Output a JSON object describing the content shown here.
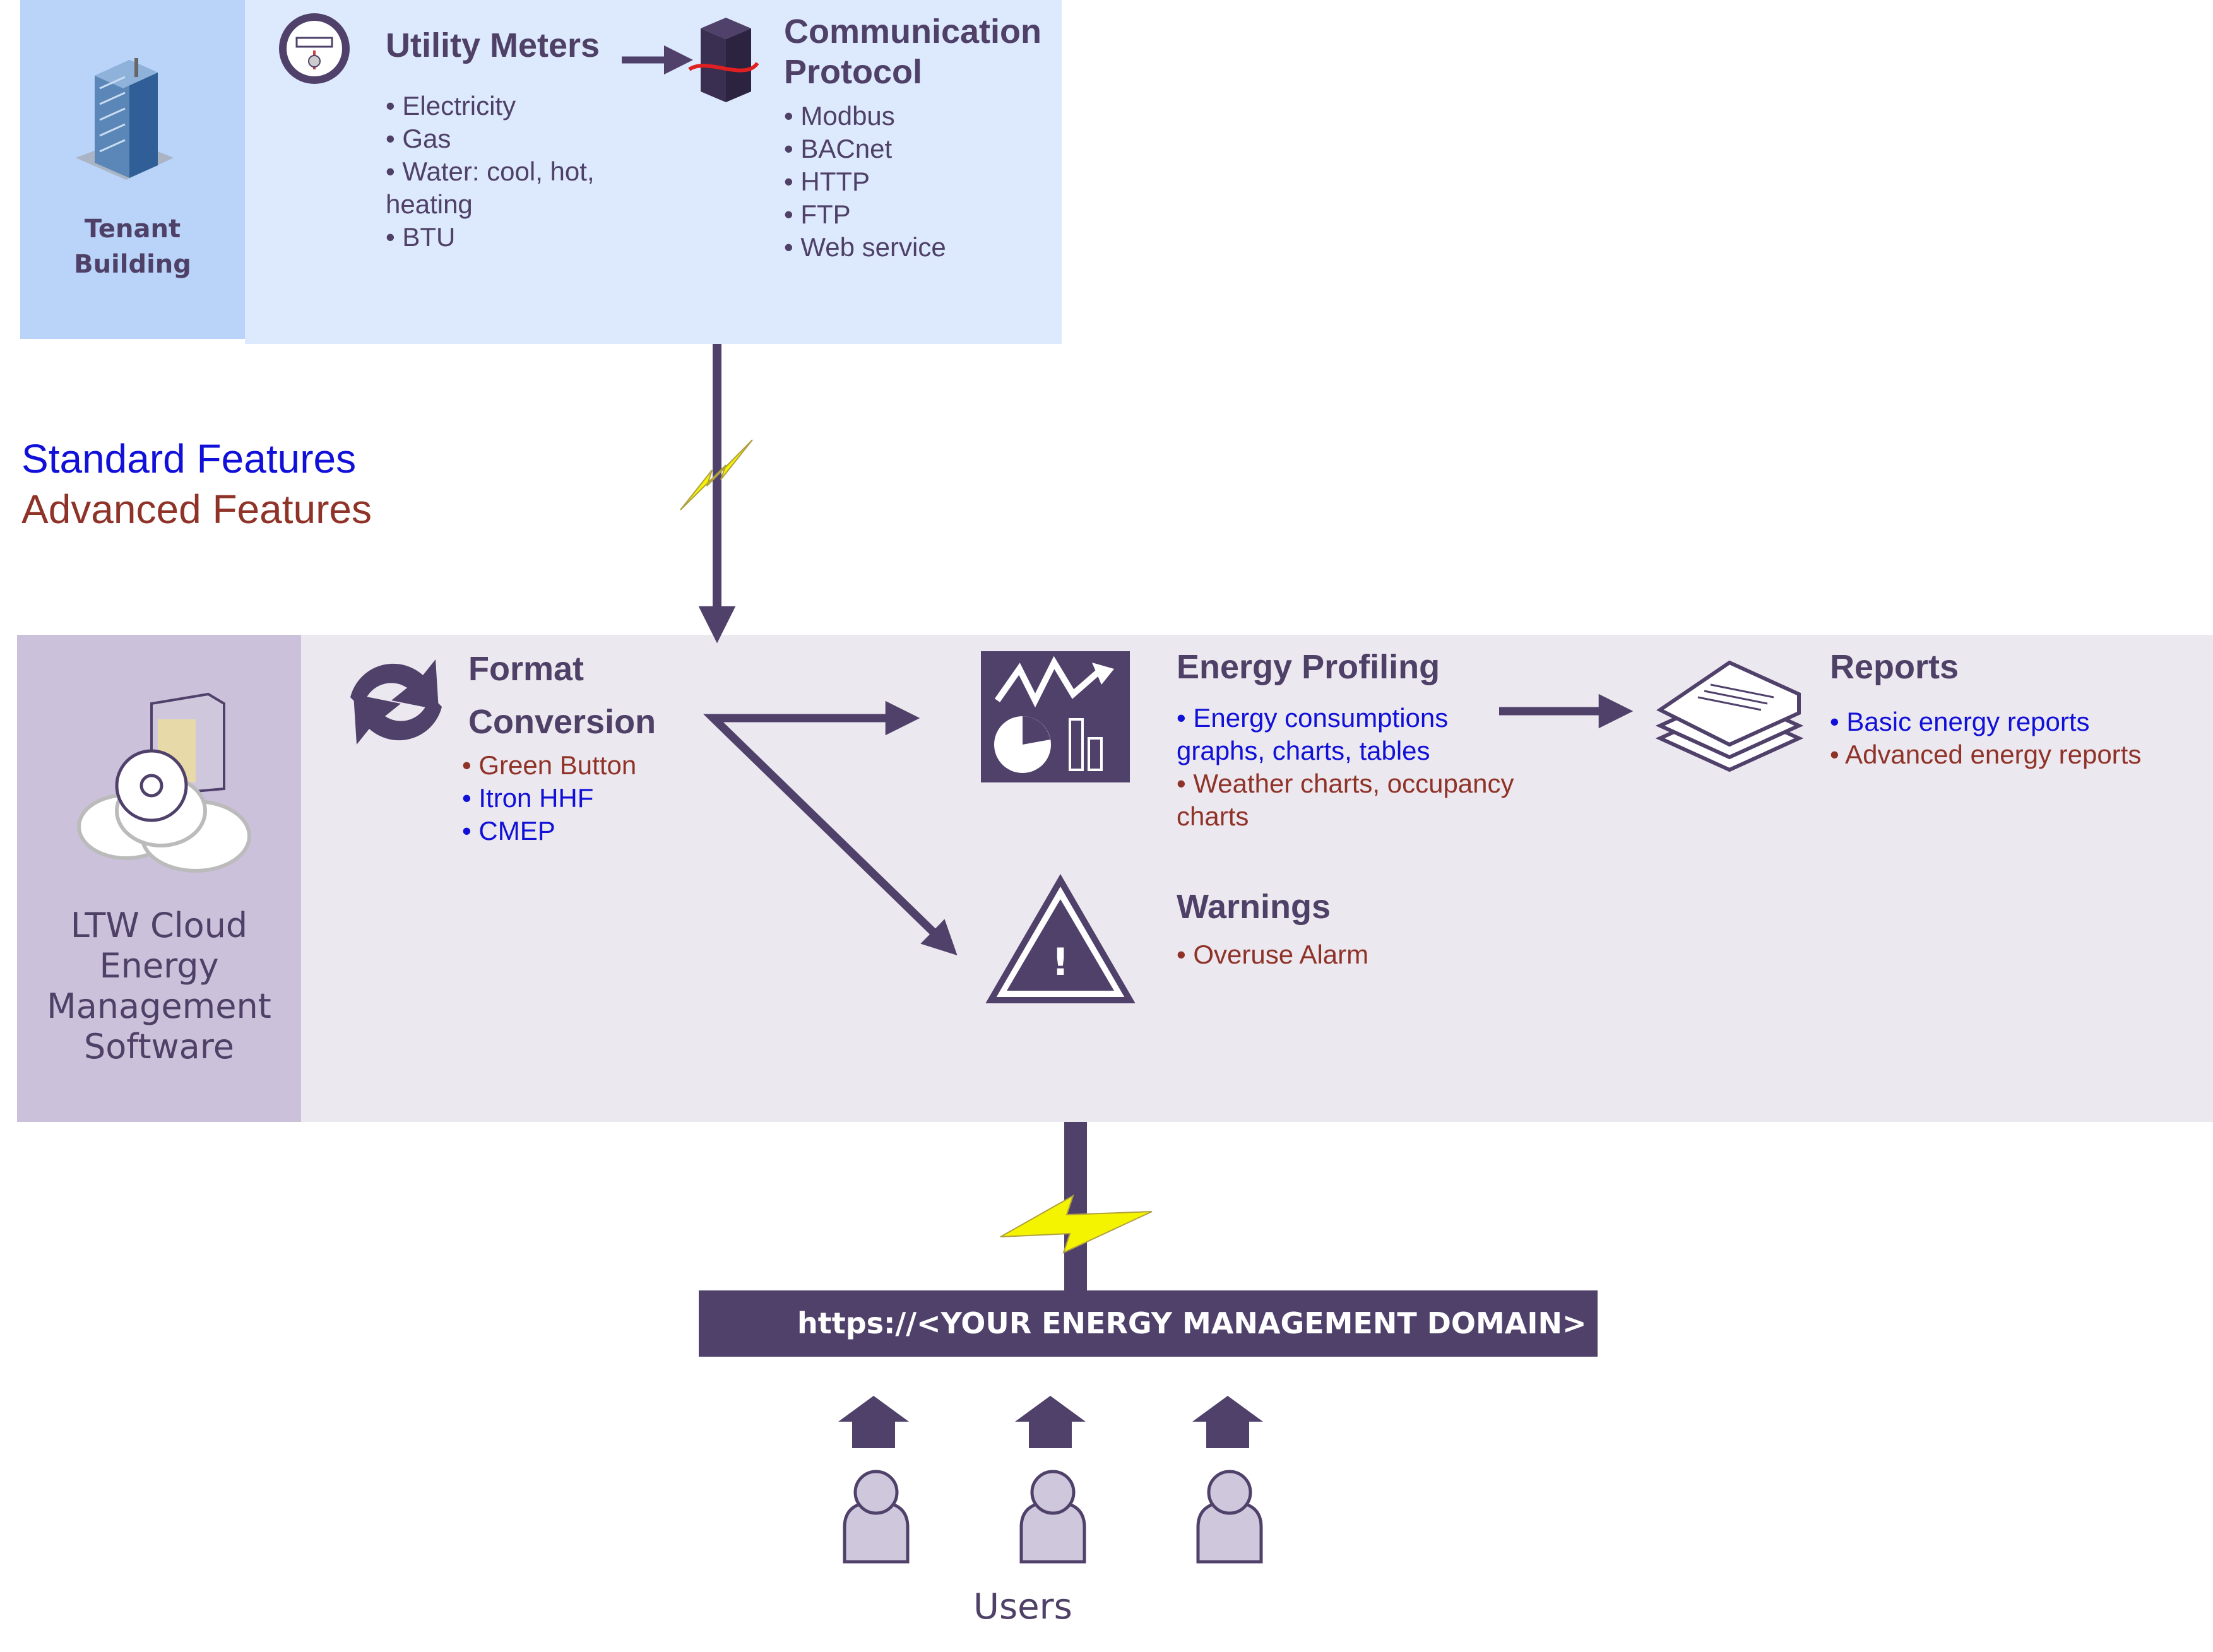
{
  "colors": {
    "primary": "#50416b",
    "tenant_panel": "#b9d3f9",
    "meters_panel": "#dde9fd",
    "ltw_panel": "#cbc1da",
    "features_panel": "#ece8ef",
    "standard": "#1010d8",
    "advanced": "#8f3228",
    "lightning": "#f4f400"
  },
  "tenant_building": {
    "label_line1": "Tenant",
    "label_line2": "Building",
    "icon": "building-icon"
  },
  "utility_meters": {
    "title": "Utility Meters",
    "icon": "meter-icon",
    "items": [
      "• Electricity",
      "• Gas",
      "• Water: cool, hot,",
      "heating",
      "• BTU"
    ]
  },
  "communication_protocol": {
    "title_line1": "Communication",
    "title_line2": "Protocol",
    "icon": "server-icon",
    "items": [
      "• Modbus",
      "• BACnet",
      "• HTTP",
      "• FTP",
      "• Web service"
    ]
  },
  "legend": {
    "standard": "Standard Features",
    "advanced": "Advanced Features"
  },
  "ltw": {
    "line1": "LTW Cloud",
    "line2": "Energy",
    "line3": "Management",
    "line4": "Software",
    "icon": "cloud-server-icon"
  },
  "format_conversion": {
    "title_line1": "Format",
    "title_line2": "Conversion",
    "icon": "refresh-icon",
    "items": [
      {
        "text": "• Green Button",
        "level": "advanced"
      },
      {
        "text": "• Itron HHF",
        "level": "standard"
      },
      {
        "text": "• CMEP",
        "level": "standard"
      }
    ]
  },
  "energy_profiling": {
    "title": "Energy Profiling",
    "icon": "chart-icon",
    "items": [
      {
        "text": "• Energy consumptions",
        "level": "standard"
      },
      {
        "text": "graphs, charts, tables",
        "level": "standard"
      },
      {
        "text": "• Weather charts, occupancy",
        "level": "advanced"
      },
      {
        "text": "charts",
        "level": "advanced"
      }
    ]
  },
  "reports": {
    "title": "Reports",
    "icon": "documents-icon",
    "items": [
      {
        "text": "• Basic energy reports",
        "level": "standard"
      },
      {
        "text": "• Advanced energy reports",
        "level": "advanced"
      }
    ]
  },
  "warnings": {
    "title": "Warnings",
    "icon": "warning-icon",
    "items": [
      {
        "text": "• Overuse Alarm",
        "level": "advanced"
      }
    ]
  },
  "url_bar": {
    "text": "https://<YOUR ENERGY MANAGEMENT DOMAIN>",
    "icon": "globe-icon"
  },
  "users": {
    "label": "Users",
    "count": 3,
    "icon": "user-icon"
  }
}
